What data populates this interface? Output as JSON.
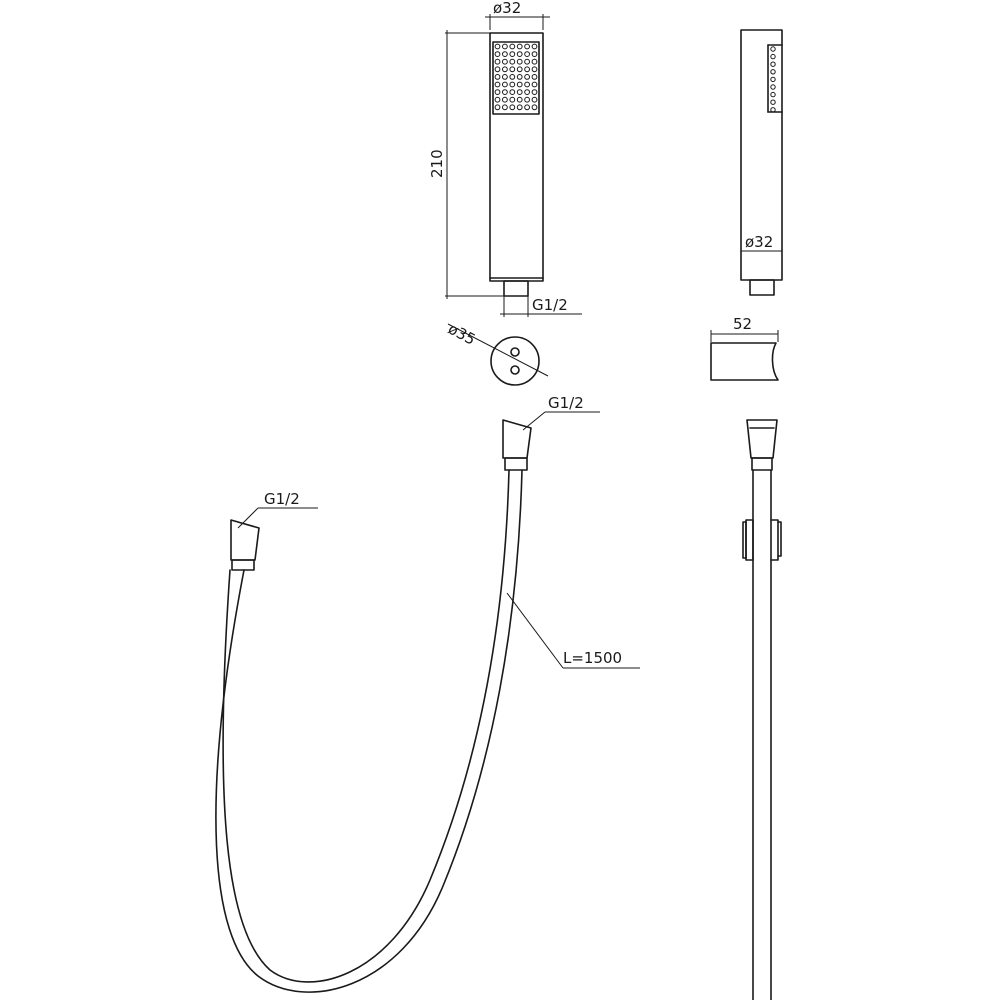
{
  "labels": {
    "head_width": "ø32",
    "head_length": "210",
    "head_thread": "G1/2",
    "side_width": "ø32",
    "base_diameter": "ø35",
    "holder_width": "52",
    "hose_thread_top": "G1/2",
    "hose_thread_left": "G1/2",
    "hose_length": "L=1500"
  },
  "colors": {
    "line": "#1a1a1a",
    "background": "#ffffff"
  }
}
